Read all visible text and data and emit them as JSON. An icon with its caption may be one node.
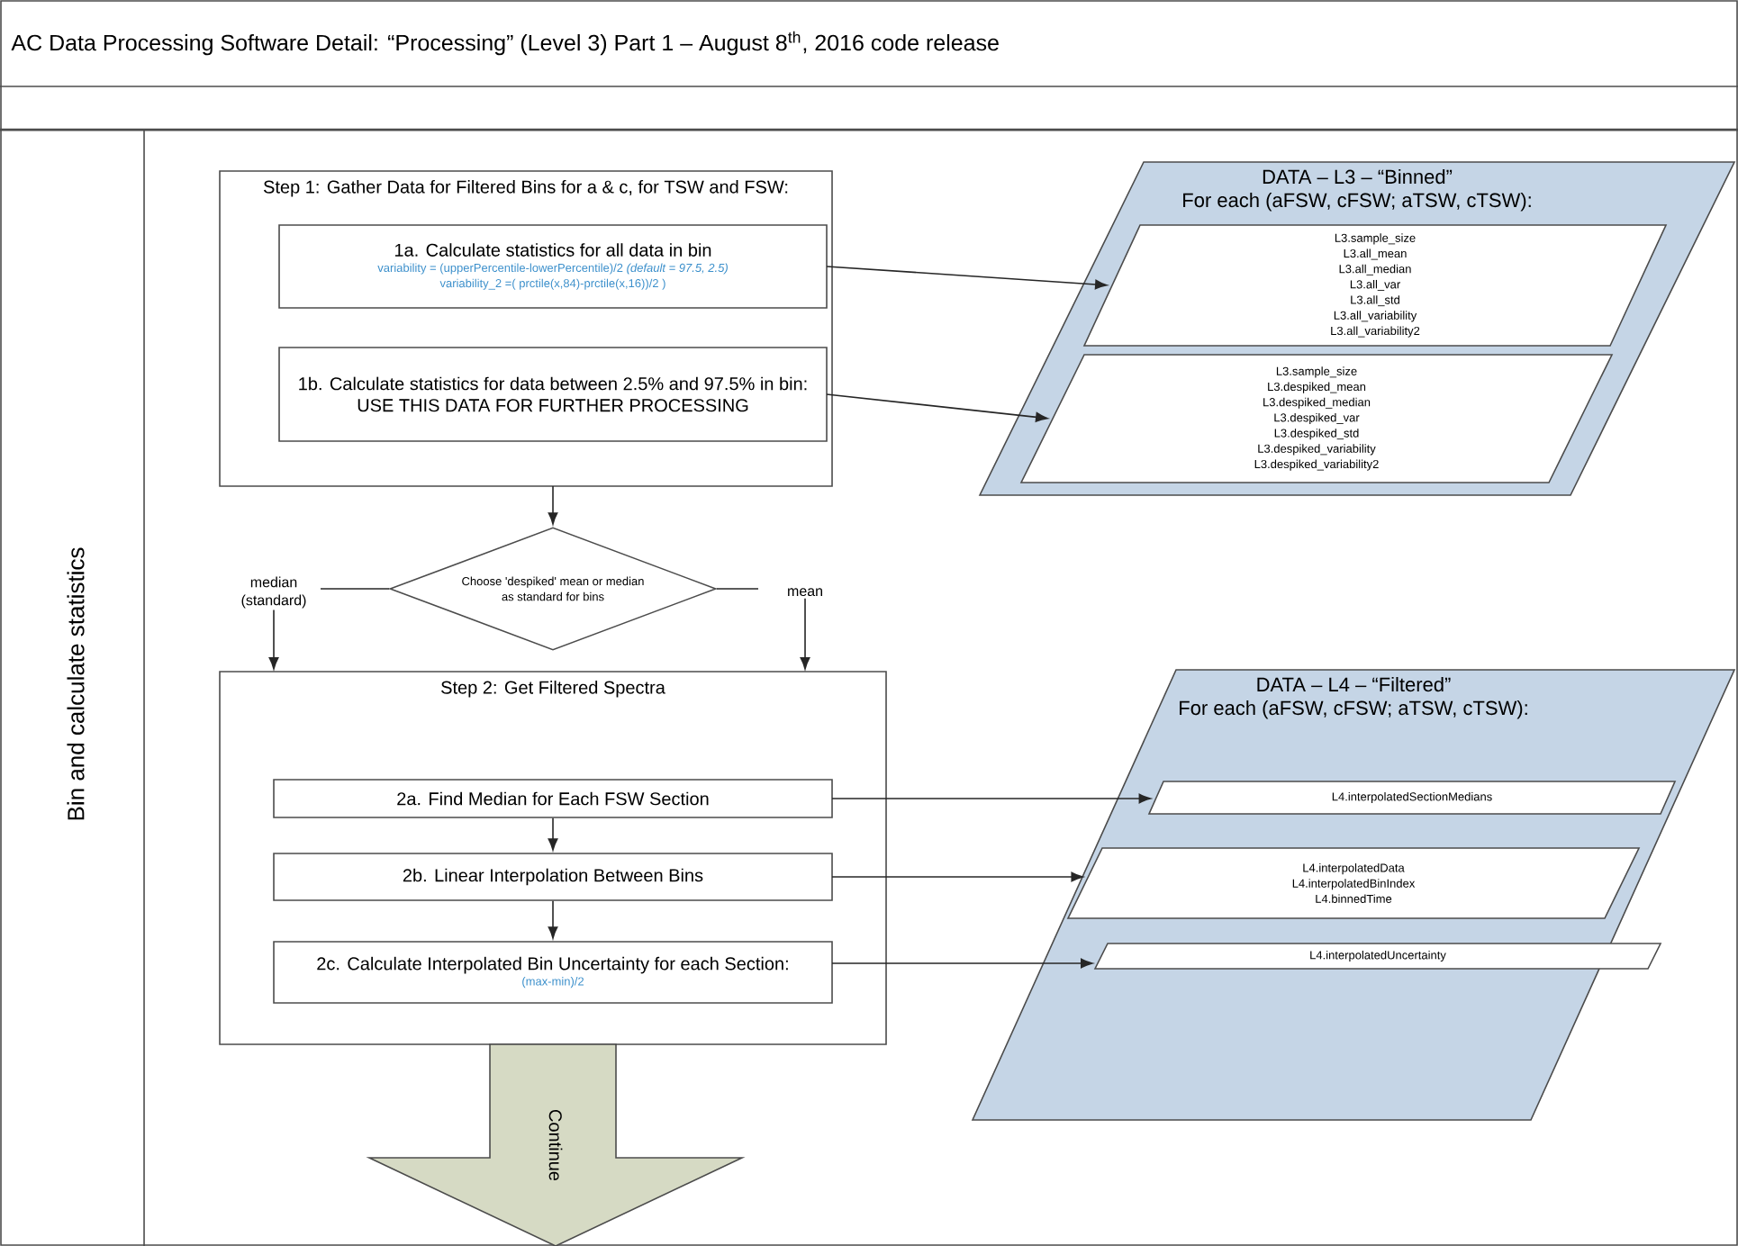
{
  "diagram": {
    "title": "AC Data Processing Software Detail: “Processing” (Level 3) Part 1 – August 8$^{th}$, 2016 code release",
    "nodes": [
      {
        "text": [
          "Step 1: Gather Data for Filtered Bins for a & c, for TSW and FSW:"
        ]
      },
      {
        "text": [
          "1a.  Calculate statistics for all data in bin",
          "variability = (upperPercentile-lowerPercentile)/2 *(default = 97.5, 2.5)*",
          "variability_2 =( prctile(x,84)-prctile(x,16))/2 )"
        ],
        "in": 0
      },
      {
        "text": [
          "1b.  Calculate statistics for data between 2.5% and 97.5% in bin:",
          "USE THIS DATA FOR FURTHER PROCESSING"
        ],
        "in": 0
      },
      {
        "text": [
          "DATA – L3 – “Binned”",
          "For each (aFSW, cFSW; aTSW, cTSW):"
        ]
      },
      {
        "text": [
          "L3.sample_size",
          "L3.all_mean",
          "L3.all_median",
          "L3.all_var",
          "L3.all_std",
          "L3.all_variability",
          "L3.all_variability2"
        ],
        "in": 3
      },
      {
        "text": [
          "L3.sample_size",
          "L3.despiked_mean",
          "L3.despiked_median",
          "L3.despiked_var",
          "L3.despiked_std",
          "L3.despiked_variability",
          "L3.despiked_variability2"
        ],
        "in": 3
      },
      {
        "text": [
          "Choose 'despiked' mean or median as standard for bins"
        ]
      },
      {
        "text": [
          "Step 2: Get Filtered Spectra"
        ]
      },
      {
        "text": [
          "2a.  Find Median for Each FSW Section"
        ],
        "in": 7
      },
      {
        "text": [
          "2b.  Linear Interpolation Between Bins"
        ],
        "in": 7
      },
      {
        "text": [
          "2c.  Calculate Interpolated Bin Uncertainty for each Section:",
          "(max-min)/2"
        ],
        "in": 7
      },
      {
        "text": [
          "DATA – L4 – “Filtered”",
          "For each (aFSW, cFSW; aTSW, cTSW):"
        ]
      },
      {
        "text": [
          "L4.interpolatedSectionMedians"
        ],
        "in": 11
      },
      {
        "text": [
          "L4.interpolatedData",
          "L4.interpolatedBinIndex",
          "L4.binnedTime"
        ],
        "in": 11
      },
      {
        "text": [
          "L4.interpolatedUncertainty"
        ],
        "in": 11
      },
      {
        "text": [
          "Continue"
        ]
      }
    ],
    "edges": [
      {
        "from": 1,
        "to": 4,
        "arrow": "to"
      },
      {
        "from": 2,
        "to": 5,
        "arrow": "to"
      },
      {
        "from": 0,
        "to": 6,
        "arrow": "to"
      },
      {
        "from": 6,
        "to": 7,
        "arrow": "to",
        "label": "median (standard)"
      },
      {
        "from": 6,
        "to": 7,
        "arrow": "to",
        "label": "mean"
      },
      {
        "from": 8,
        "to": 9,
        "arrow": "to"
      },
      {
        "from": 9,
        "to": 10,
        "arrow": "to"
      },
      {
        "from": 8,
        "to": 12,
        "arrow": "to"
      },
      {
        "from": 9,
        "to": 13,
        "arrow": "to"
      },
      {
        "from": 10,
        "to": 14,
        "arrow": "to"
      }
    ],
    "labels": [
      "Bin and calculate statistics"
    ]
  }
}
